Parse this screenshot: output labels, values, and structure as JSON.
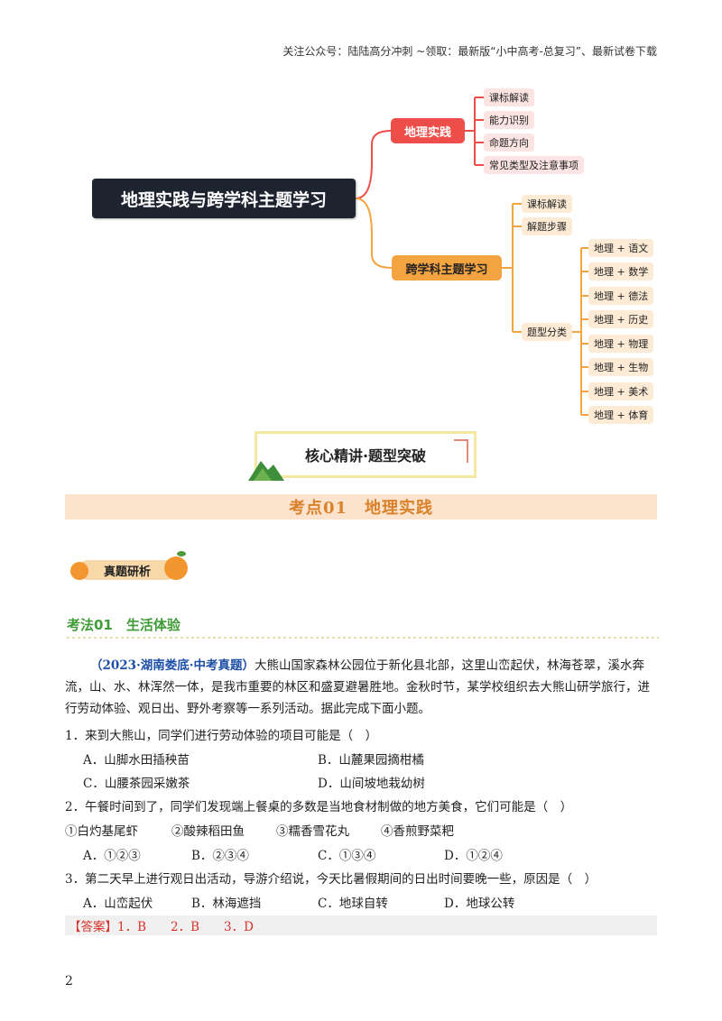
{
  "header": {
    "note": "关注公众号：陆陆高分冲刺 ~领取：最新版“小中高考-总复习”、最新试卷下载"
  },
  "mindmap": {
    "root": "地理实践与跨学科主题学习",
    "branch1": {
      "label": "地理实践",
      "leaves": [
        "课标解读",
        "能力识别",
        "命题方向",
        "常见类型及注意事项"
      ]
    },
    "branch2": {
      "label": "跨学科主题学习",
      "leaves": [
        "课标解读",
        "解题步骤",
        "题型分类"
      ],
      "sub": [
        "地理 + 语文",
        "地理 + 数学",
        "地理 + 德法",
        "地理 + 历史",
        "地理 + 物理",
        "地理 + 生物",
        "地理 + 美术",
        "地理 + 体育"
      ]
    },
    "colors": {
      "root": "#1e2330",
      "red": "#ee4e4a",
      "orange": "#f4a341",
      "line_red": "#ee4e4a",
      "line_orange": "#f4a341"
    }
  },
  "core": {
    "title": "核心精讲·题型突破"
  },
  "banner": {
    "title": "考点01　地理实践"
  },
  "badge": {
    "label": "真题研析"
  },
  "method": {
    "title": "考法01　生活体验"
  },
  "passage": {
    "source": "（2023·湖南娄底·中考真题）",
    "text": "大熊山国家森林公园位于新化县北部，这里山峦起伏，林海苍翠，溪水奔流，山、水、林浑然一体，是我市重要的林区和盛夏避暑胜地。金秋时节，某学校组织去大熊山研学旅行，进行劳动体验、观日出、野外考察等一系列活动。据此完成下面小题。"
  },
  "questions": [
    {
      "stem": "1．来到大熊山，同学们进行劳动体验的项目可能是（　）",
      "options": [
        "A．山脚水田插秧苗",
        "B．山麓果园摘柑橘",
        "C．山腰茶园采嫩茶",
        "D．山间坡地栽幼树"
      ]
    },
    {
      "stem": "2．午餐时间到了，同学们发现端上餐桌的多数是当地食材制做的地方美食，它们可能是（　）",
      "items": [
        "①白灼基尾虾",
        "②酸辣稻田鱼",
        "③糯香雪花丸",
        "④香煎野菜粑"
      ],
      "options": [
        "A．①②③",
        "B．②③④",
        "C．①③④",
        "D．①②④"
      ]
    },
    {
      "stem": "3．第二天早上进行观日出活动，导游介绍说，今天比暑假期间的日出时间要晚一些，原因是（　）",
      "options": [
        "A．山峦起伏",
        "B．林海遮挡",
        "C．地球自转",
        "D．地球公转"
      ]
    }
  ],
  "answer": {
    "text": "【答案】1．B　　2．B　　3．D"
  },
  "page": {
    "number": "2"
  }
}
